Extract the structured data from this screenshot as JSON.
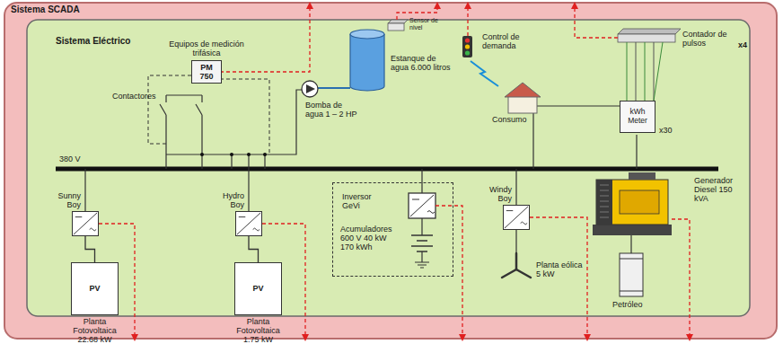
{
  "diagram": {
    "nodes": [
      {
        "text": [
          "Sistema SCADA"
        ]
      },
      {
        "text": [
          "Sistema Eléctrico"
        ],
        "in": 0
      },
      {
        "text": [
          "Equipos de medición trifásica",
          "PM 750"
        ],
        "in": 1
      },
      {
        "text": [
          "Estanque de agua 6.000 litros"
        ],
        "in": 1
      },
      {
        "text": [
          "Sensor de nivel"
        ],
        "in": 1
      },
      {
        "text": [
          "Sunny Boy"
        ],
        "in": 1
      },
      {
        "text": [
          "PV",
          "Planta Fotovoltaica 22.68 kW"
        ],
        "in": 1
      },
      {
        "text": [
          "Hydro Boy"
        ],
        "in": 1
      },
      {
        "text": [
          "PV",
          "Planta Fotovoltaica 1.75 kW"
        ],
        "in": 1
      },
      {
        "text": [
          "Inversor GeVi",
          "Acumuladores 600 V 40 kW 170 kWh"
        ],
        "in": 1
      },
      {
        "text": [
          "Windy Boy"
        ],
        "in": 1
      },
      {
        "text": [
          "kWh Meter"
        ],
        "in": 1
      }
    ],
    "edges": [
      {
        "from": 5,
        "to": 6,
        "arrow": "none"
      },
      {
        "from": 7,
        "to": 8,
        "arrow": "none"
      }
    ],
    "labels": [
      "Contactores",
      "380 V",
      "Bomba de agua 1 – 2 HP",
      "Control de demanda",
      "Consumo",
      "Contador de pulsos",
      "x4",
      "x30",
      "Planta eólica 5 kW",
      "Generador Diesel 150 kVA",
      "Petróleo"
    ]
  }
}
